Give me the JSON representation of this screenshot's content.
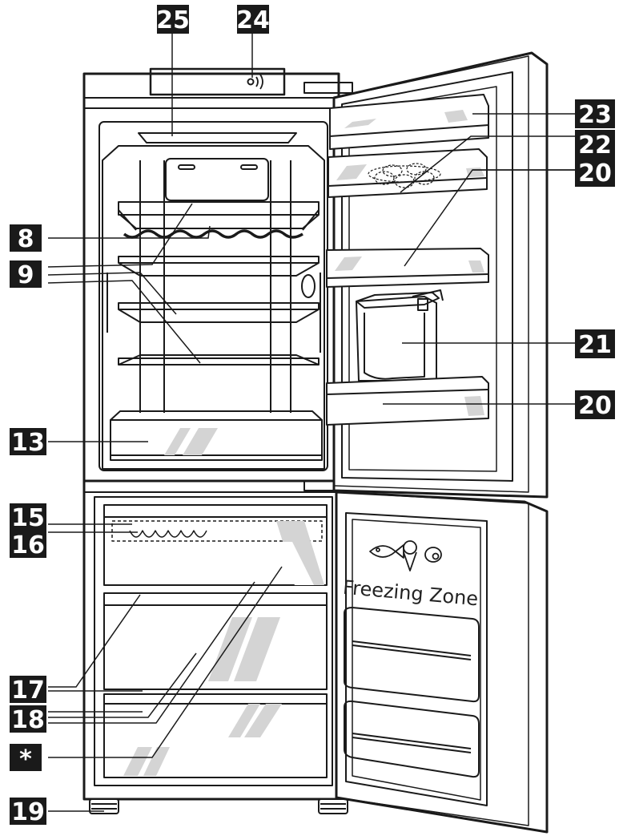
{
  "colors": {
    "line": "#1a1a1a",
    "badge_bg": "#1a1a1a",
    "badge_fg": "#ffffff",
    "glass_fill": "#d4d4d4",
    "door_fill": "#ffffff"
  },
  "labels": {
    "l25": "25",
    "l24": "24",
    "l23": "23",
    "l22": "22",
    "l20a": "20",
    "l21": "21",
    "l20b": "20",
    "l8": "8",
    "l9": "9",
    "l13": "13",
    "l15": "15",
    "l16": "16",
    "l17": "17",
    "l18": "18",
    "lstar": "*",
    "l19": "19"
  },
  "freezer_door": {
    "zone_text": "Freezing Zone",
    "icons": [
      "fish-icon",
      "ice-cream-icon",
      "egg-icon"
    ]
  },
  "display_icon": "sound-icon"
}
